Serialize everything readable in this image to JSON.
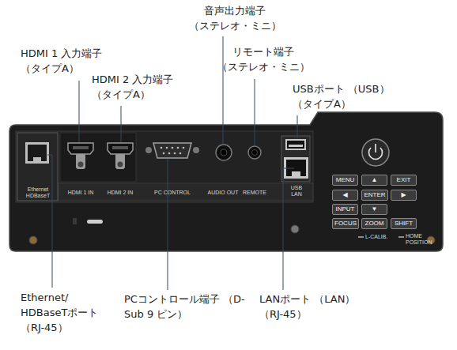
{
  "diagram": {
    "nodes": [
      {
        "text": [
          "MENU"
        ]
      },
      {
        "text": [
          "▲"
        ]
      },
      {
        "text": [
          "EXIT"
        ]
      },
      {
        "text": [
          "◀"
        ]
      },
      {
        "text": [
          "ENTER"
        ]
      },
      {
        "text": [
          "▶"
        ]
      },
      {
        "text": [
          "INPUT"
        ]
      },
      {
        "text": [
          "▼"
        ]
      },
      {
        "text": [
          "FOCUS"
        ]
      },
      {
        "text": [
          "ZOOM"
        ]
      },
      {
        "text": [
          "SHIFT"
        ]
      }
    ],
    "labels": [
      "音声出力端子 （ステレオ・ミニ）",
      "HDMI 1 入力端子 （タイプA）",
      "リモート端子 （ステレオ・ミニ）",
      "HDMI 2 入力端子 （タイプA）",
      "USBポート （USB）（タイプA）",
      "Ethernet/ HDBaseTポート （RJ-45）",
      "PCコントロール端子 （D-Sub 9 ピン）",
      "LANポート （LAN）（RJ-45）",
      "Ethernet HDBaseT",
      "HDMI 1 IN",
      "HDMI 2 IN",
      "PC CONTROL",
      "AUDIO OUT",
      "REMOTE",
      "USB LAN",
      "L-CALIB.",
      "HOME POSITION"
    ]
  }
}
